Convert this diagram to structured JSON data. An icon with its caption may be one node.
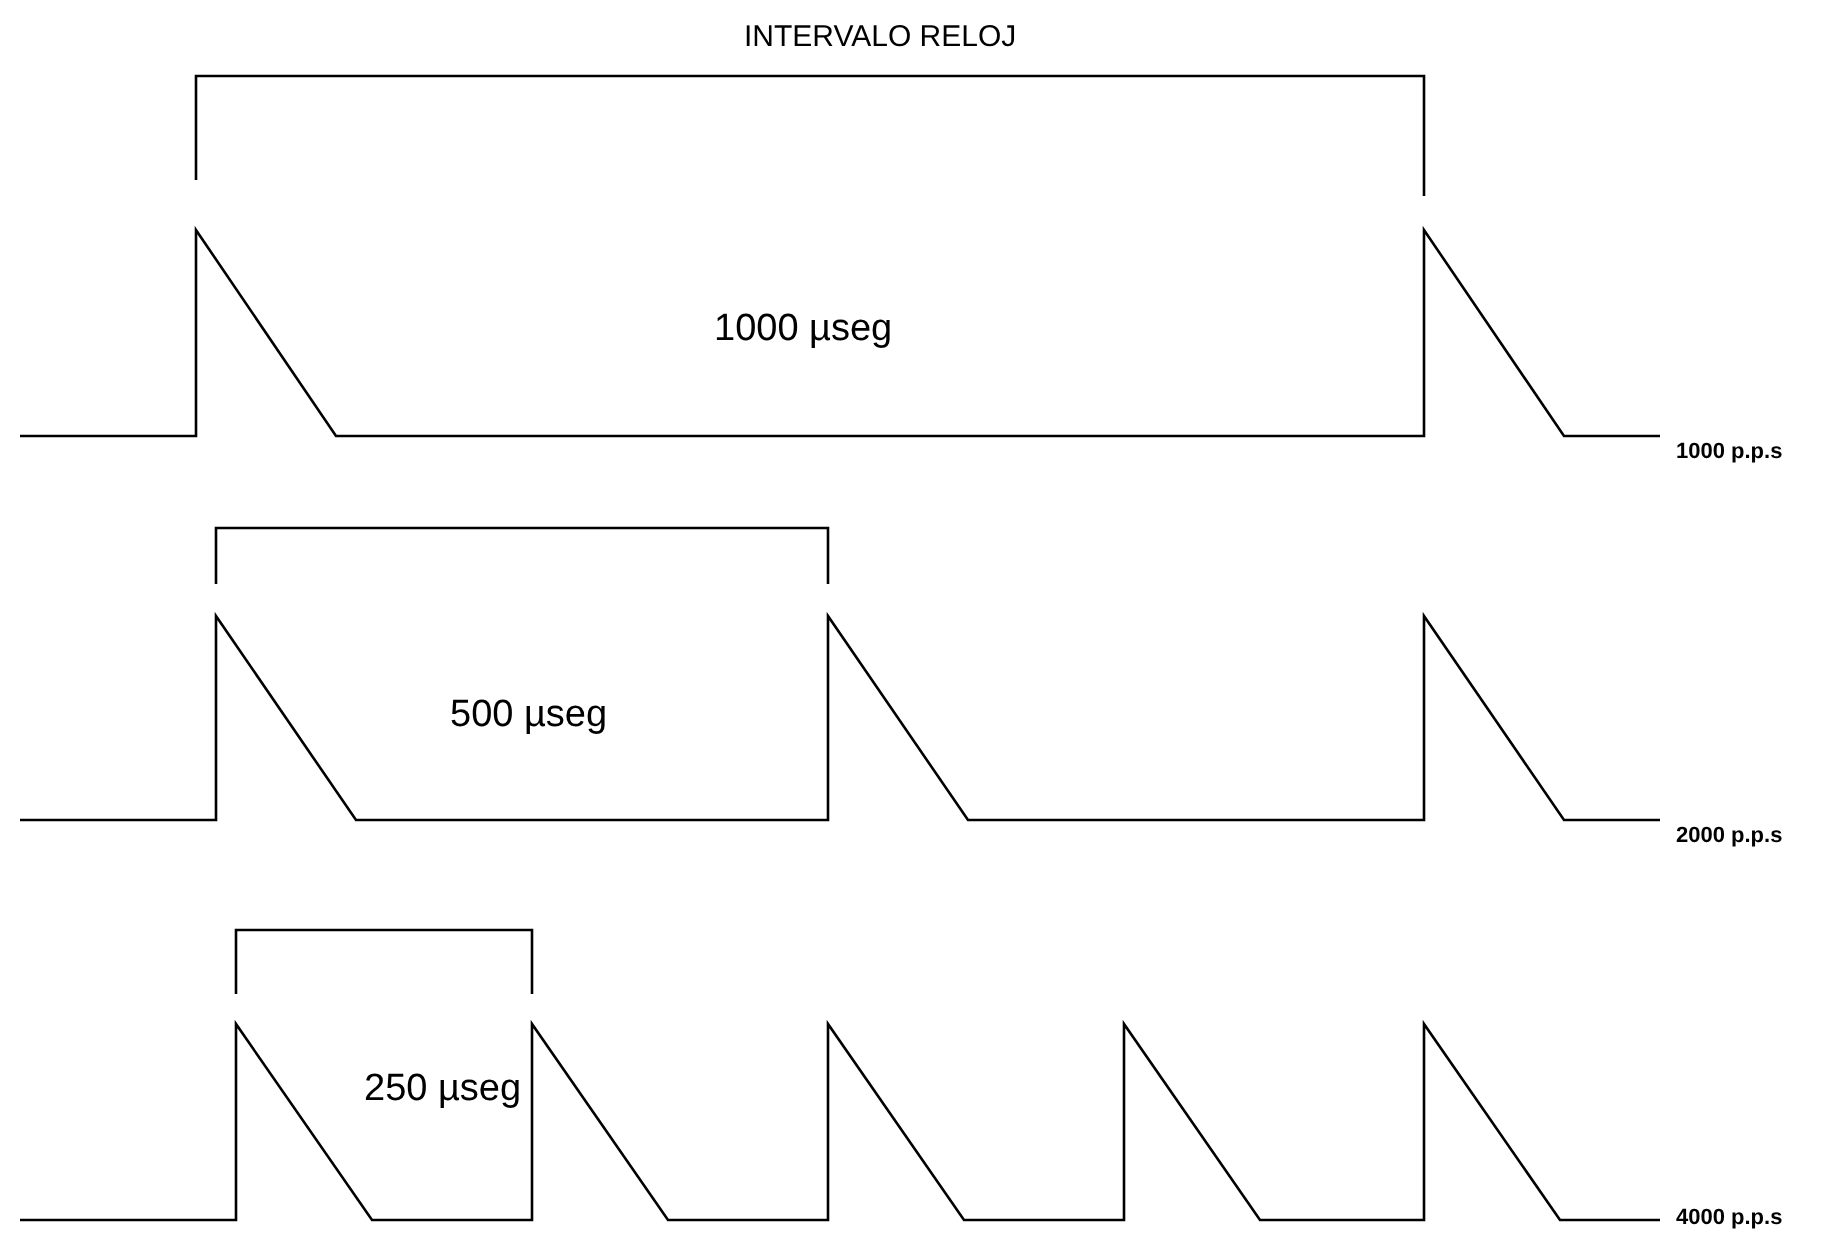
{
  "diagram": {
    "labels": [
      "INTERVALO RELOJ",
      "1000 µseg",
      "1000 p.p.s",
      "500 µseg",
      "2000 p.p.s",
      "250 µseg",
      "4000 p.p.s"
    ]
  }
}
